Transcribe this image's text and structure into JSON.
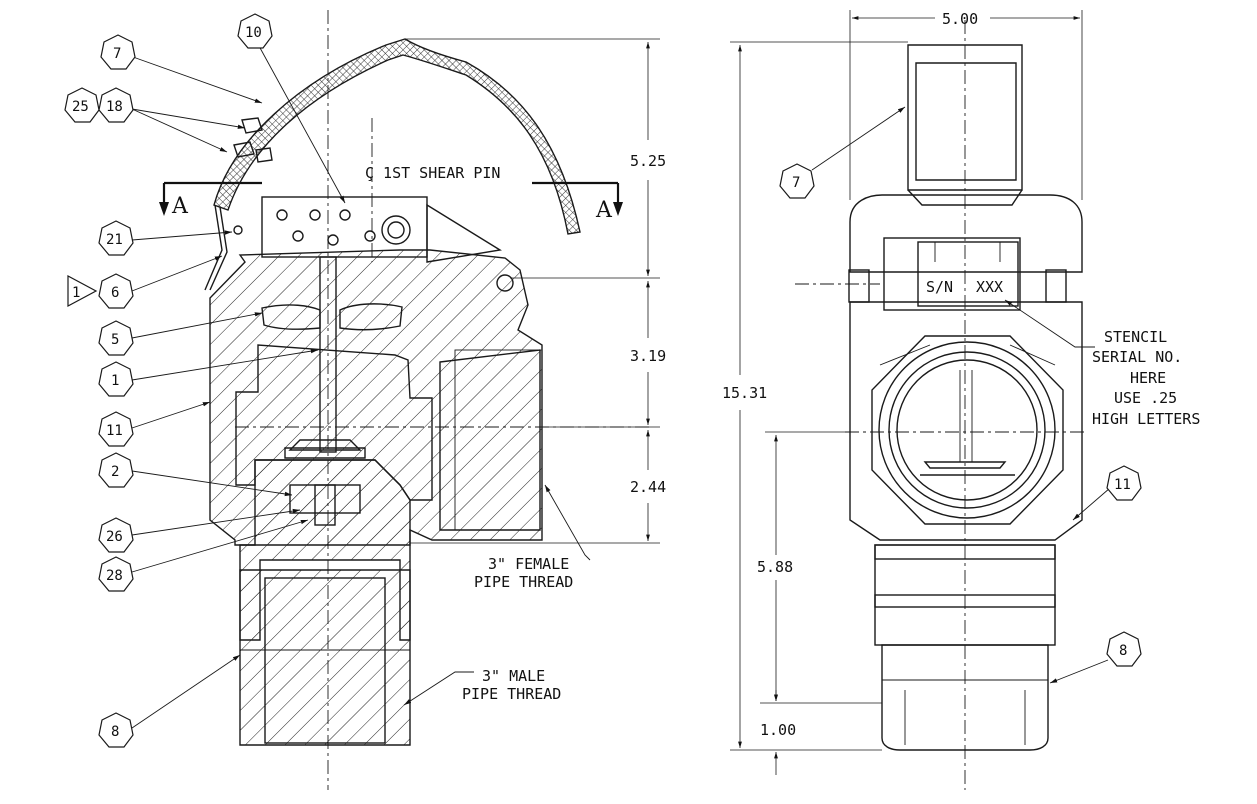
{
  "left_view": {
    "balloons": {
      "b7": "7",
      "b10": "10",
      "b25": "25",
      "b18": "18",
      "b21": "21",
      "b6": "6",
      "b5": "5",
      "b1": "1",
      "b11": "11",
      "b2": "2",
      "b26": "26",
      "b28": "28",
      "b8": "8"
    },
    "flag_note": "1",
    "section_marker": "A",
    "shear_pin_label": "Ç 1ST SHEAR PIN",
    "female_thread_label": [
      "3\" FEMALE",
      "PIPE THREAD"
    ],
    "male_thread_label": [
      "3\" MALE",
      "PIPE THREAD"
    ],
    "dimensions": {
      "d1": "5.25",
      "d2": "3.19",
      "d3": "2.44"
    }
  },
  "right_view": {
    "balloons": {
      "b7": "7",
      "b11": "11",
      "b8": "8"
    },
    "width_dim": "5.00",
    "height_dim": "15.31",
    "dim_588": "5.88",
    "dim_100": "1.00",
    "sn_label": "S/N",
    "sn_value": "XXX",
    "stencil_note": [
      "STENCIL",
      "SERIAL NO.",
      "HERE",
      "USE .25",
      "HIGH LETTERS"
    ]
  }
}
